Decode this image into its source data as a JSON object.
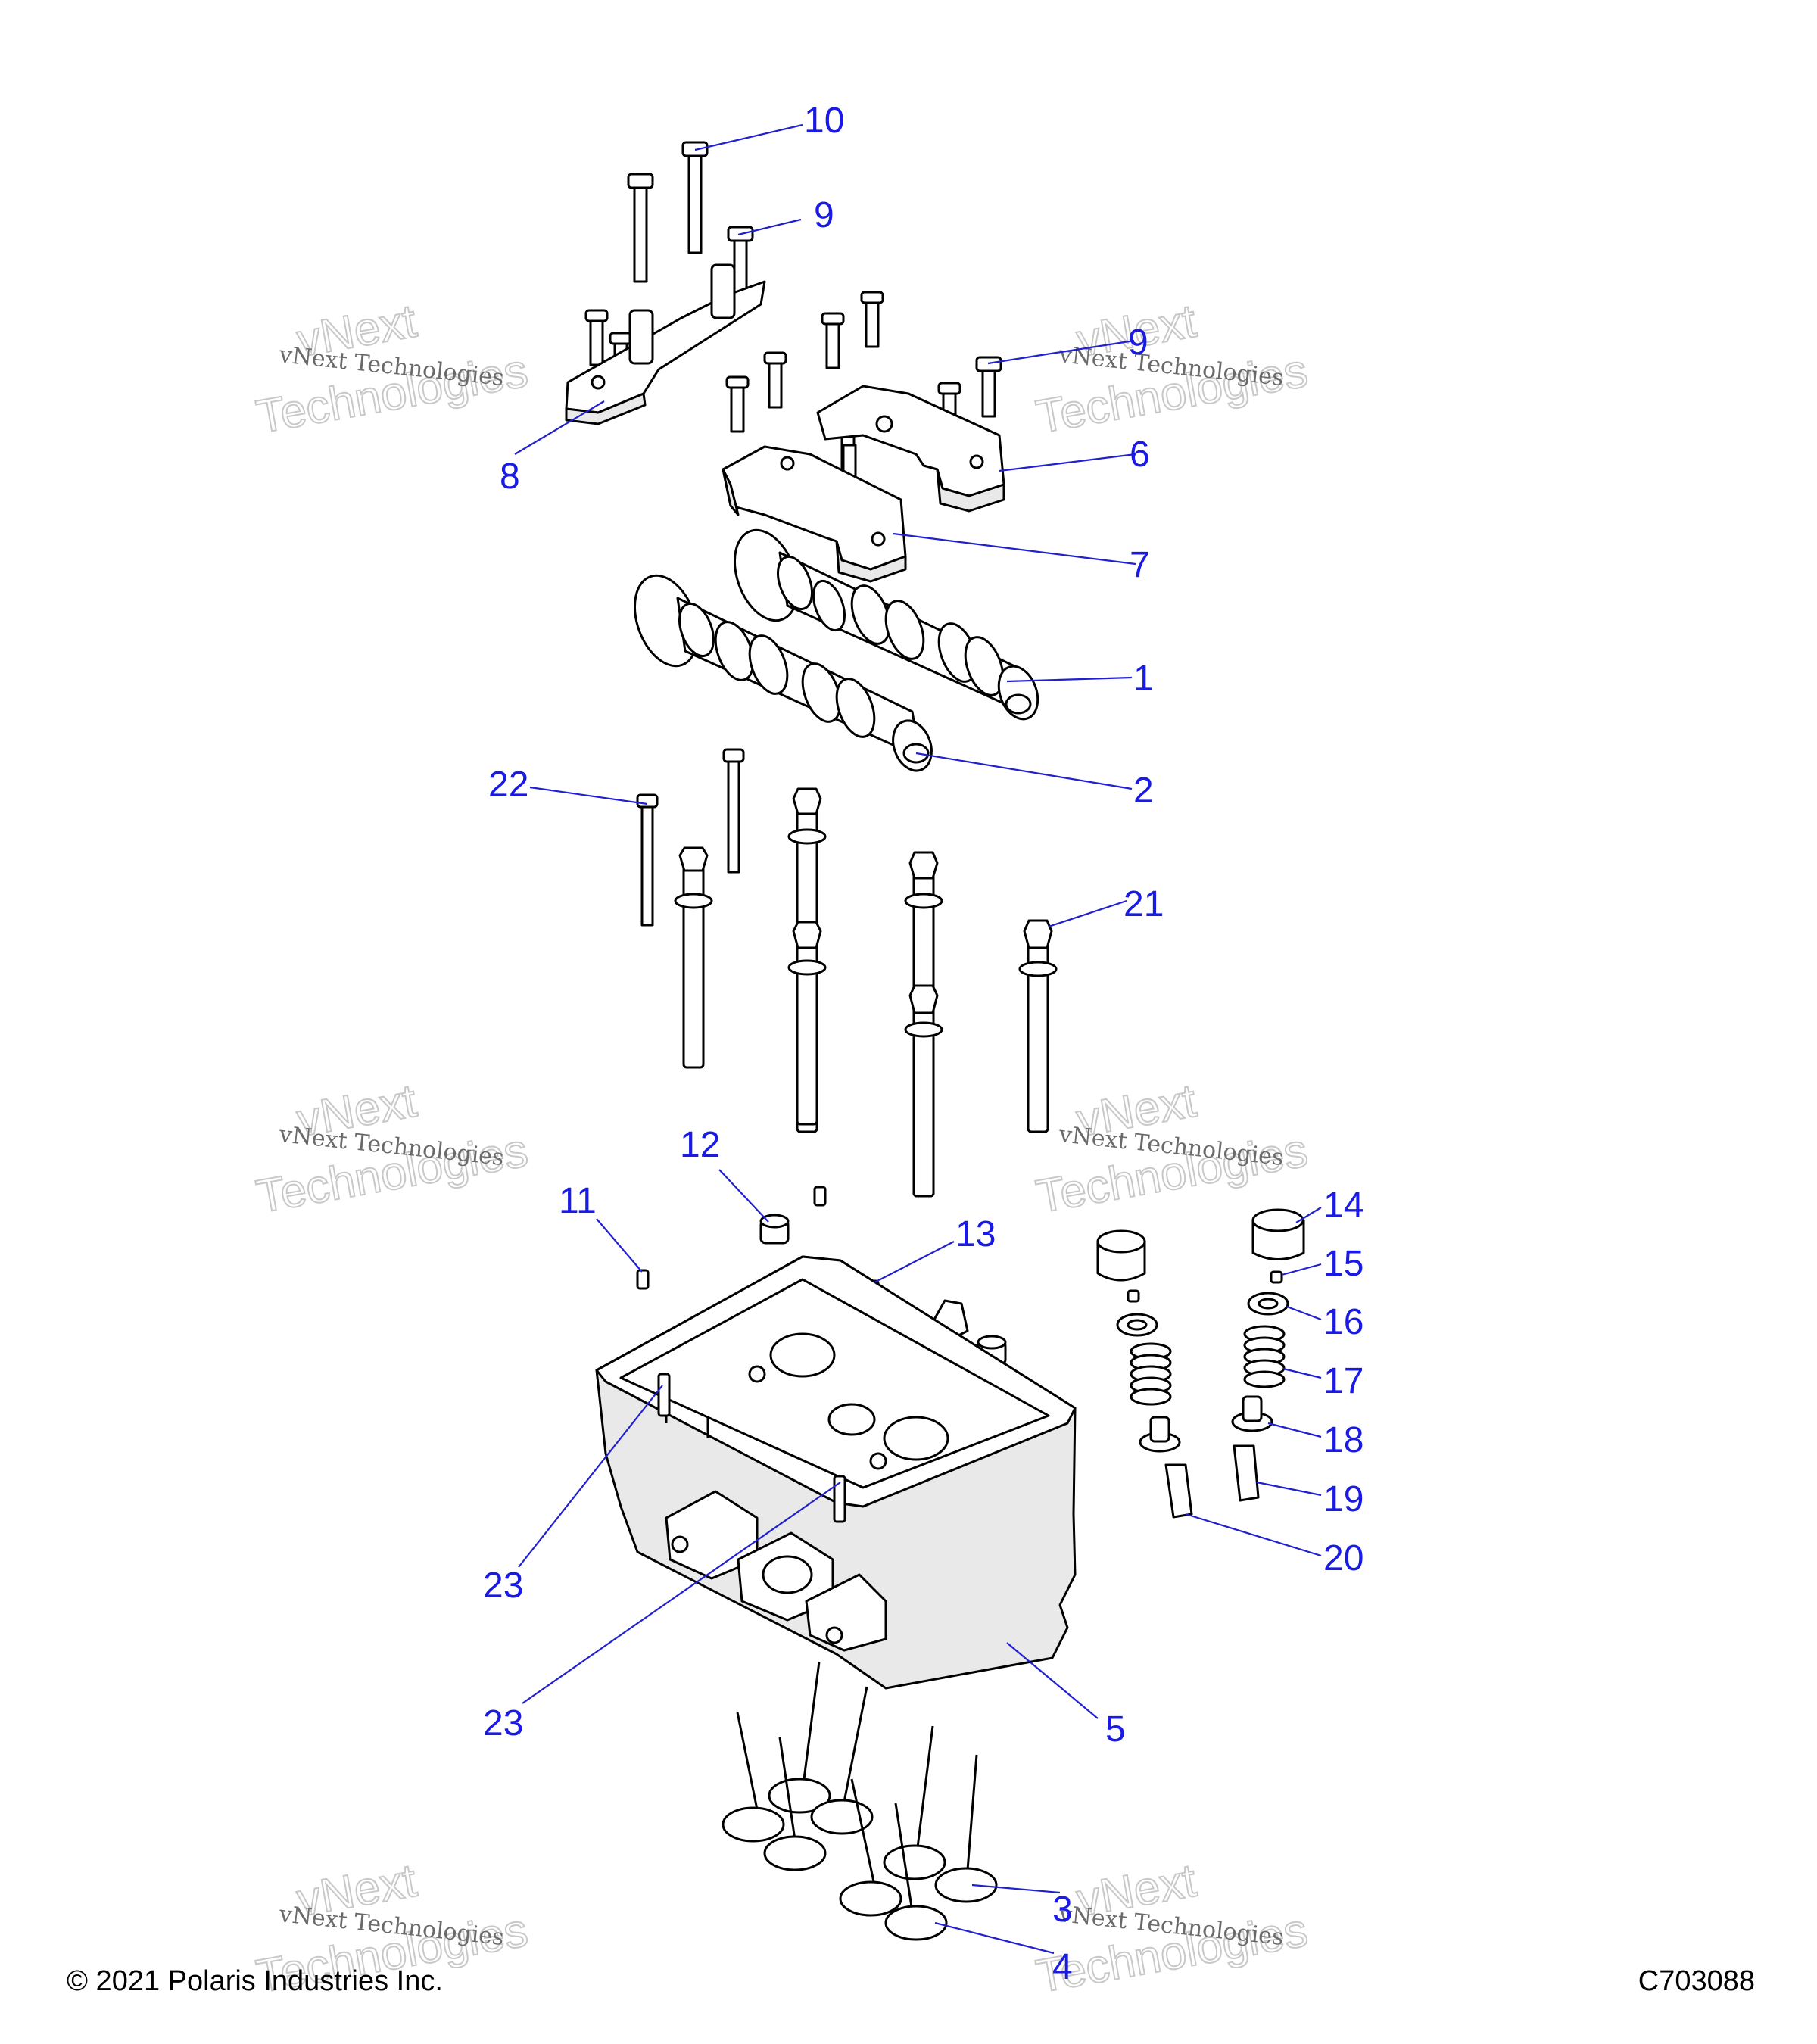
{
  "watermark": {
    "line_small": "vNext Technologies",
    "line_big_1": "vNext",
    "line_big_2": "Technologies"
  },
  "callouts": {
    "c1": "1",
    "c2": "2",
    "c3": "3",
    "c4": "4",
    "c5": "5",
    "c6": "6",
    "c7": "7",
    "c8": "8",
    "c9a": "9",
    "c9b": "9",
    "c10": "10",
    "c11": "11",
    "c12": "12",
    "c13": "13",
    "c14": "14",
    "c15": "15",
    "c16": "16",
    "c17": "17",
    "c18": "18",
    "c19": "19",
    "c20": "20",
    "c21": "21",
    "c22": "22",
    "c23a": "23",
    "c23b": "23"
  },
  "footer": {
    "copyright": "© 2021 Polaris Industries Inc.",
    "diagram_id": "C703088"
  },
  "colors": {
    "callout": "#1a1ae6",
    "leader": "#2020d0"
  }
}
